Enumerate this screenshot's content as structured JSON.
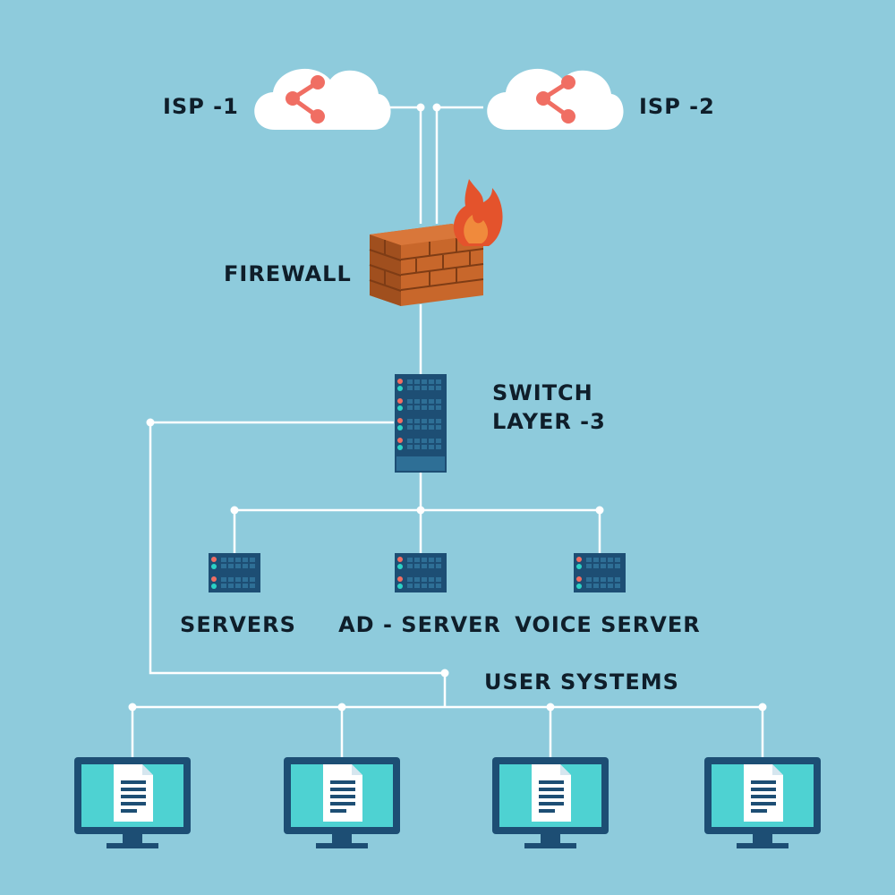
{
  "colors": {
    "background": "#8ecbdc",
    "connector": "#ffffff",
    "cloud": "#ffffff",
    "share_icon": "#f06e63",
    "brick": "#c8672b",
    "flame": "#e4532c",
    "device_dark": "#1d4e74",
    "device_rack": "#2e6f96",
    "led_red": "#f06e63",
    "led_teal": "#2bd1c6",
    "monitor_frame": "#1d4e74",
    "monitor_screen": "#4ed2d2",
    "document": "#ffffff",
    "label_text": "#0f1e2a"
  },
  "nodes": {
    "isp1": {
      "label": "ISP -1",
      "icon": "cloud-share-icon"
    },
    "isp2": {
      "label": "ISP -2",
      "icon": "cloud-share-icon"
    },
    "firewall": {
      "label": "FIREWALL",
      "icon": "firewall-icon"
    },
    "switch": {
      "label_line1": "SWITCH",
      "label_line2": "LAYER -3",
      "icon": "server-rack-icon"
    },
    "servers": {
      "label": "SERVERS",
      "icon": "server-icon"
    },
    "ad_server": {
      "label": "AD - SERVER",
      "icon": "server-icon"
    },
    "voice_server": {
      "label": "VOICE SERVER",
      "icon": "server-icon"
    },
    "user_systems": {
      "label": "USER SYSTEMS",
      "icon": "monitor-document-icon"
    }
  }
}
